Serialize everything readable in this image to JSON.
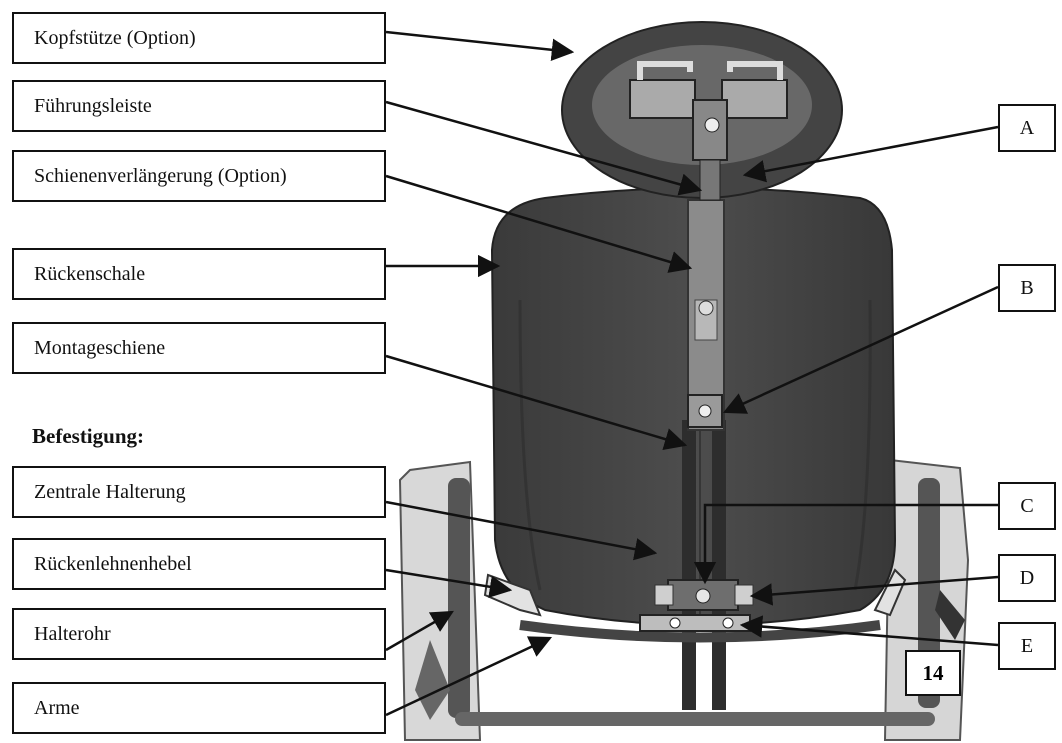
{
  "labels": [
    "Kopfstütze (Option)",
    "Führungsleiste",
    "Schienenverlängerung (Option)",
    "Rückenschale",
    "Montageschiene",
    "Zentrale Halterung",
    "Rückenlehnenhebel",
    "Halterohr",
    "Arme"
  ],
  "section_heading": "Befestigung:",
  "letters": [
    "A",
    "B",
    "C",
    "D",
    "E"
  ],
  "figure_number": "14"
}
